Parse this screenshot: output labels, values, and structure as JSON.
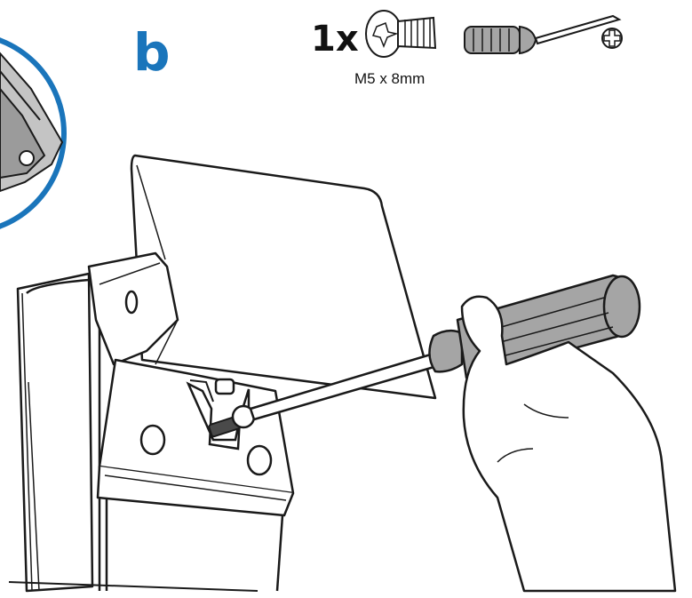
{
  "step": {
    "letter": "b"
  },
  "parts": {
    "quantity_label": "1x",
    "screw_size": "M5 x 8mm",
    "screw_icon": "phillips-screw-icon",
    "tool_icon": "phillips-screwdriver-icon",
    "tool_head_icon": "phillips-cross-icon"
  },
  "colors": {
    "accent": "#1a75bb",
    "line": "#1a1a1a",
    "tool_gray": "#a5a5a5",
    "detail_gray": "#c4c4c4"
  }
}
